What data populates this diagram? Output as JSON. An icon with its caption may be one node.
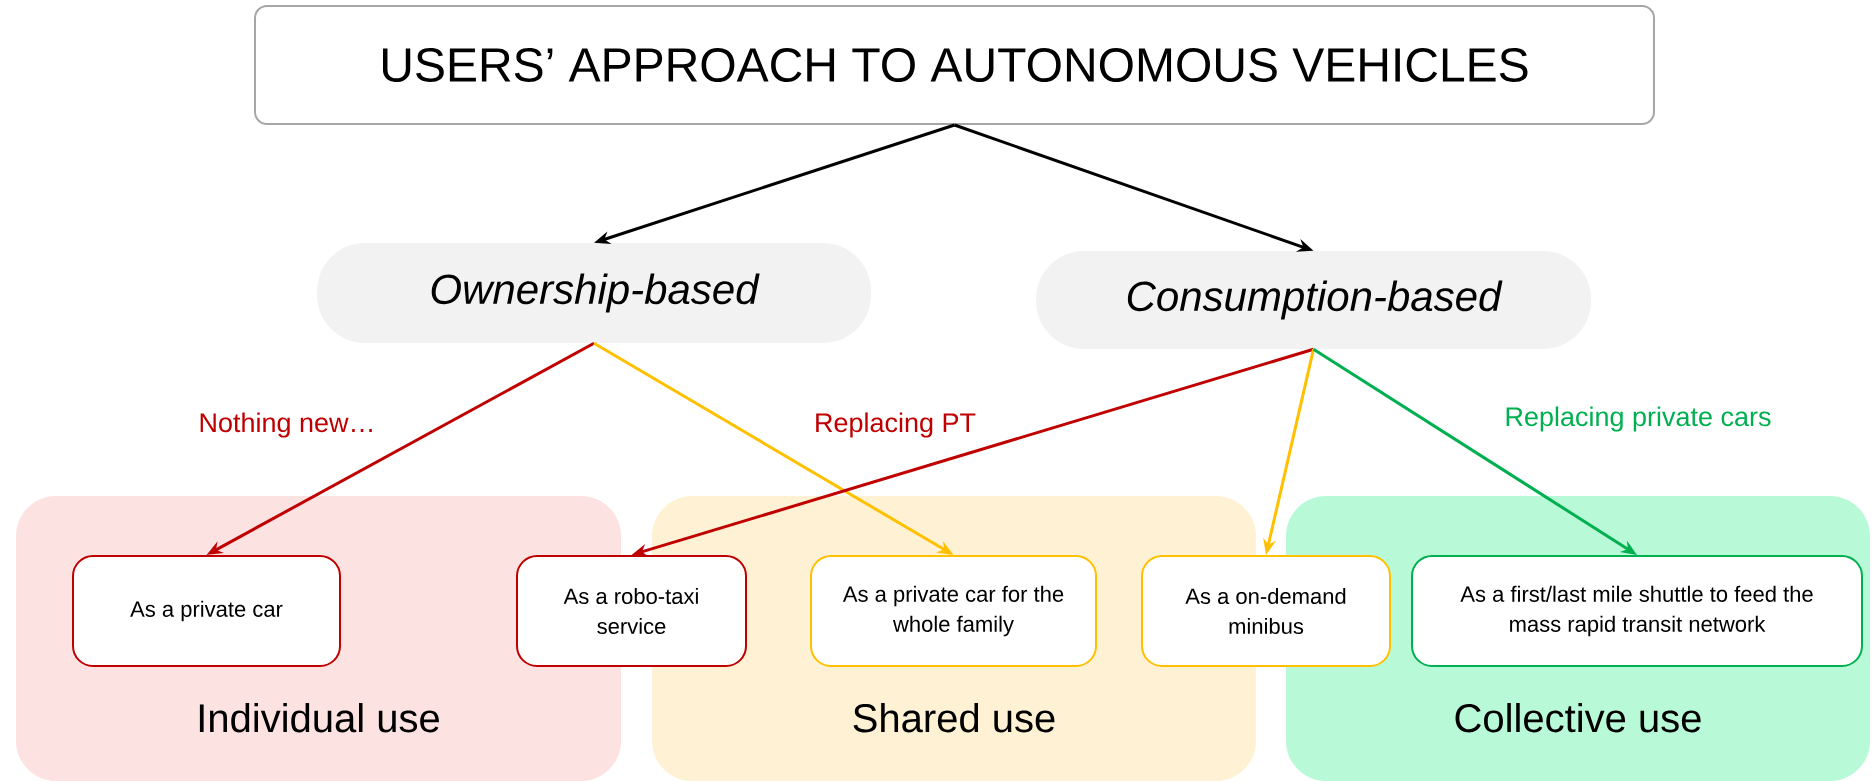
{
  "diagram": {
    "title": "USERS’ APPROACH TO AUTONOMOUS VEHICLES",
    "nodes": [
      {
        "text": [],
        "shape": "box"
      },
      {
        "text": [
          "Ownership-based"
        ]
      },
      {
        "text": [
          "Consumption-based"
        ]
      },
      {
        "text": [
          "Individual use"
        ]
      },
      {
        "text": [
          "As a private car"
        ],
        "in": 3
      },
      {
        "text": [
          "As a robo-taxi service"
        ]
      },
      {
        "text": [
          "Shared use"
        ]
      },
      {
        "text": [
          "As a private car for the whole family"
        ],
        "in": 6
      },
      {
        "text": [
          "As a on-demand minibus"
        ]
      },
      {
        "text": [
          "Collective use"
        ]
      },
      {
        "text": [
          "As a first/last mile shuttle to feed the mass rapid transit network"
        ],
        "in": 9
      }
    ],
    "edges": [
      {
        "from": 0,
        "to": 1,
        "arrow": "to"
      },
      {
        "from": 0,
        "to": 2,
        "arrow": "to"
      },
      {
        "from": 1,
        "to": 4,
        "arrow": "to",
        "label": "Nothing new…",
        "color": "#c00000"
      },
      {
        "from": 1,
        "to": 7,
        "arrow": "to",
        "color": "#ffc000"
      },
      {
        "from": 2,
        "to": 5,
        "arrow": "to",
        "label": "Replacing PT",
        "color": "#c00000"
      },
      {
        "from": 2,
        "to": 8,
        "arrow": "to",
        "color": "#ffc000"
      },
      {
        "from": 2,
        "to": 10,
        "arrow": "to",
        "label": "Replacing private cars",
        "color": "#00b050"
      }
    ]
  }
}
